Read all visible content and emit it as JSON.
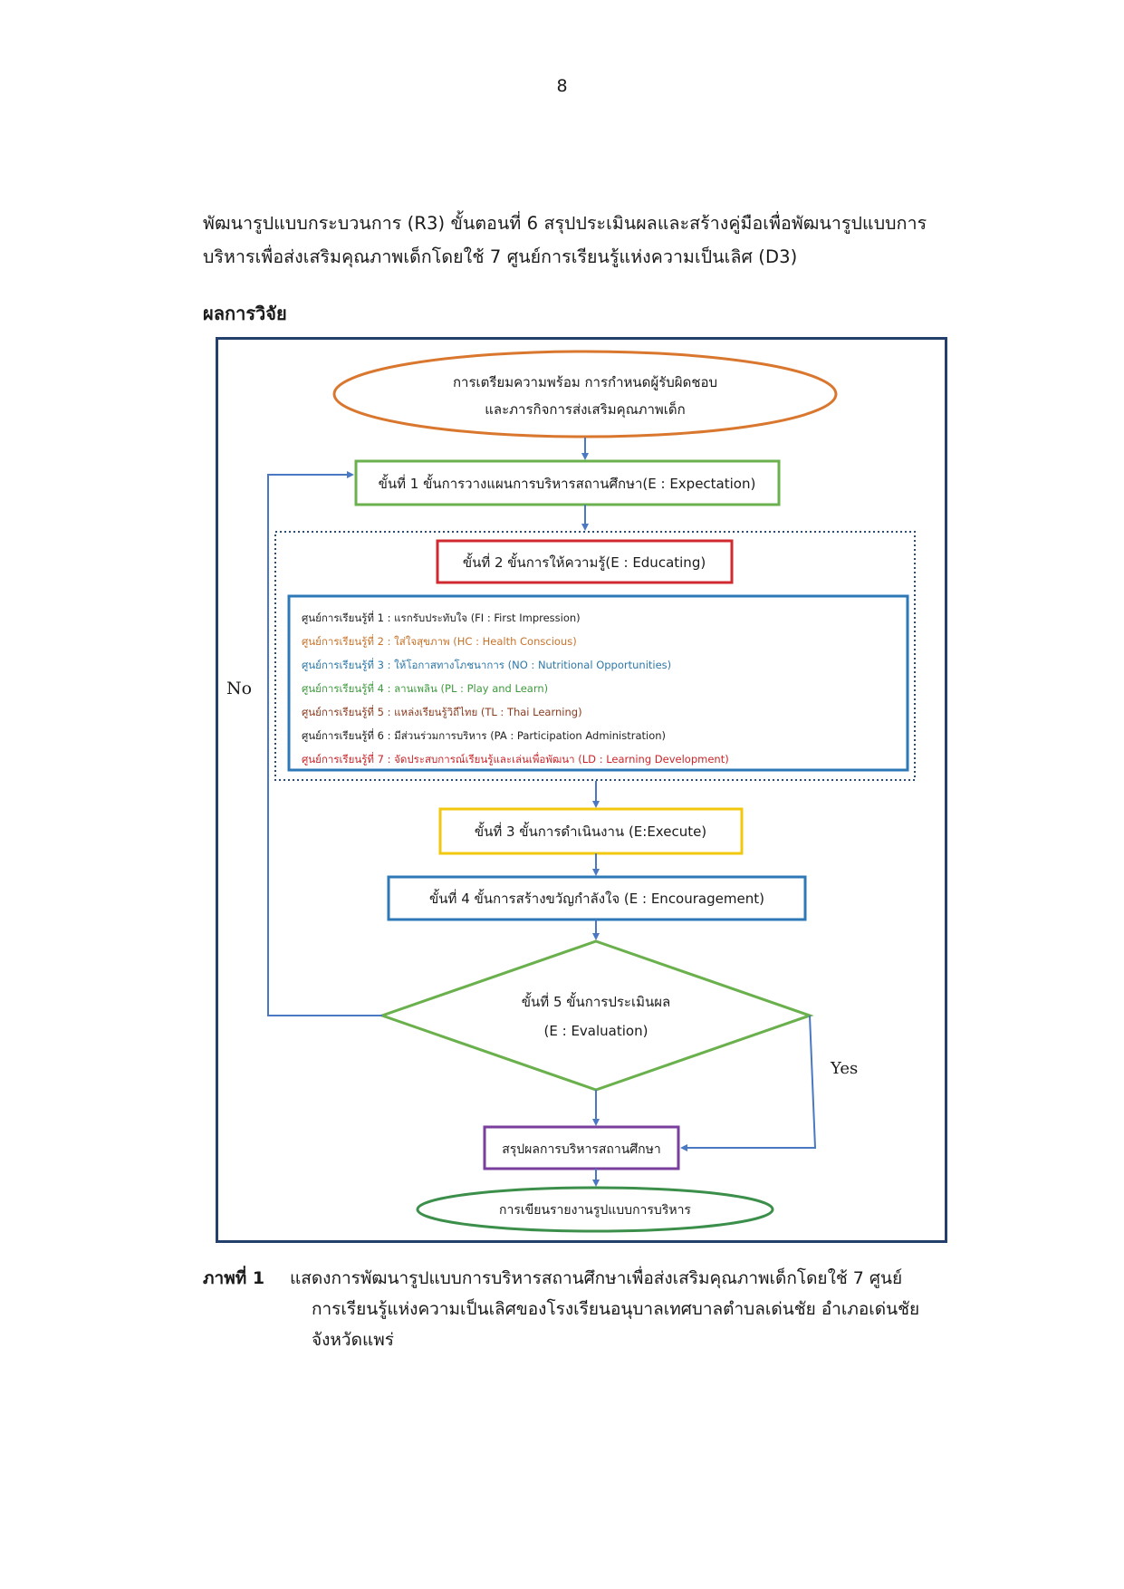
{
  "page_number": "8",
  "paragraph": [
    "พัฒนารูปแบบกระบวนการ (R3)  ขั้นตอนที่ 6 สรุปประเมินผลและสร้างคู่มือเพื่อพัฒนารูปแบบการ",
    "บริหารเพื่อส่งเสริมคุณภาพเด็กโดยใช้ 7 ศูนย์การเรียนรู้แห่งความเป็นเลิศ (D3)"
  ],
  "section_heading": "ผลการวิจัย",
  "diagram": {
    "start": [
      "การเตรียมความพร้อม การกำหนดผู้รับผิดชอบ",
      "และภารกิจการส่งเสริมคุณภาพเด็ก"
    ],
    "step1": "ขั้นที่ 1 ขั้นการวางแผนการบริหารสถานศึกษา(E : Expectation)",
    "step2": "ขั้นที่ 2 ขั้นการให้ความรู้(E : Educating)",
    "centers": [
      {
        "text": "ศูนย์การเรียนรู้ที่ 1 : แรกรับประทับใจ (FI : First Impression)",
        "color": "#1f1f1f"
      },
      {
        "text": "ศูนย์การเรียนรู้ที่ 2 : ใส่ใจสุขภาพ (HC : Health Conscious)",
        "color": "#c8732a"
      },
      {
        "text": "ศูนย์การเรียนรู้ที่ 3 : ให้โอกาสทางโภชนาการ (NO : Nutritional Opportunities)",
        "color": "#2e78a8"
      },
      {
        "text": "ศูนย์การเรียนรู้ที่ 4 : ลานเพลิน (PL : Play and Learn)",
        "color": "#3e9a3e"
      },
      {
        "text": "ศูนย์การเรียนรู้ที่ 5 : แหล่งเรียนรู้วิถีไทย (TL : Thai  Learning)",
        "color": "#8a3b1e"
      },
      {
        "text": "ศูนย์การเรียนรู้ที่ 6 : มีส่วนร่วมการบริหาร (PA : Participation Administration)",
        "color": "#1f1f1f"
      },
      {
        "text": "ศูนย์การเรียนรู้ที่ 7 : จัดประสบการณ์เรียนรู้และเล่นเพื่อพัฒนา (LD : Learning  Development)",
        "color": "#c8262a"
      }
    ],
    "step3": "ขั้นที่ 3 ขั้นการดำเนินงาน (E:Execute)",
    "step4": "ขั้นที่ 4 ขั้นการสร้างขวัญกำลังใจ (E : Encouragement)",
    "step5": [
      "ขั้นที่ 5 ขั้นการประเมินผล",
      "(E : Evaluation)"
    ],
    "no_label": "No",
    "yes_label": "Yes",
    "summary": "สรุปผลการบริหารสถานศึกษา",
    "end": "การเขียนรายงานรูปแบบการบริหาร",
    "colors": {
      "frame": "#22406b",
      "start_oval": "#d9772f",
      "step1": "#6ab04c",
      "step2": "#d02a30",
      "centers_box": "#2e78b7",
      "step3": "#f2c80f",
      "step4": "#2e78b7",
      "step5": "#6ab04c",
      "summary": "#7a3e9d",
      "end_oval": "#3b8f4a",
      "arrow": "#4a78c2"
    }
  },
  "caption": {
    "label": "ภาพที่ 1",
    "lines": [
      "แสดงการพัฒนารูปแบบการบริหารสถานศึกษาเพื่อส่งเสริมคุณภาพเด็กโดยใช้ 7 ศูนย์",
      "การเรียนรู้แห่งความเป็นเลิศของโรงเรียนอนุบาลเทศบาลตำบลเด่นชัย อำเภอเด่นชัย",
      "จังหวัดแพร่"
    ]
  }
}
